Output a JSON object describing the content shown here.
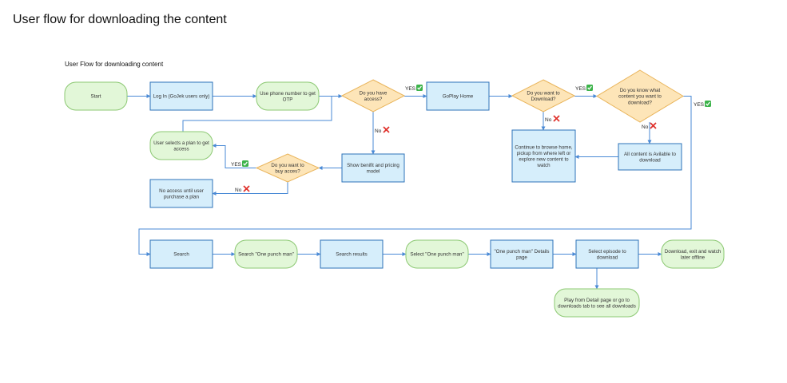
{
  "page": {
    "title": "User flow for downloading the content",
    "flow_title": "User Flow for downloading content"
  },
  "colors": {
    "blue_fill": "#d6eefb",
    "blue_stroke": "#2e73b8",
    "green_fill": "#e2f7d8",
    "green_stroke": "#8cc873",
    "diamond_fill": "#fde5b8",
    "diamond_stroke": "#e9b45a",
    "arrow": "#4a8ad6",
    "check": "#3cb34a",
    "cross": "#e0332d"
  },
  "nodes": {
    "start": [
      "Start"
    ],
    "login": [
      "Log In (GoJek users only)"
    ],
    "phone": [
      "Use phone number to get",
      "OTP"
    ],
    "access": [
      "Do you have",
      "access?"
    ],
    "goplay": [
      "GoPlay Home"
    ],
    "want_download": [
      "Do you want to",
      "Download?"
    ],
    "know_content": [
      "Do you know what",
      "content you want to",
      "download?"
    ],
    "select_plan": [
      "User selects a plan to get",
      "access"
    ],
    "buy_access": [
      "Do you want to",
      "buy acces?"
    ],
    "benefit": [
      "Show benifit and pricing",
      "model"
    ],
    "no_access": [
      "No access until user",
      "purchase a plan"
    ],
    "browse": [
      "Continue to browse home,",
      "pickup from where left or",
      "explore new content to",
      "watch"
    ],
    "available": [
      "All content is Avilable to",
      "download"
    ],
    "search": [
      "Search"
    ],
    "search_term": [
      "Search \"One punch man\""
    ],
    "search_results": [
      "Search results"
    ],
    "select_result": [
      "Select \"One punch man\""
    ],
    "details": [
      "\"One punch man\" Details",
      "page"
    ],
    "select_episode": [
      "Select episode to",
      "download"
    ],
    "download_exit": [
      "Download, exit and watch",
      "later offline"
    ],
    "play": [
      "Play from Detail page or go to",
      "downloads tab to see all downloads"
    ]
  },
  "labels": {
    "yes": "YES",
    "no": "No"
  }
}
